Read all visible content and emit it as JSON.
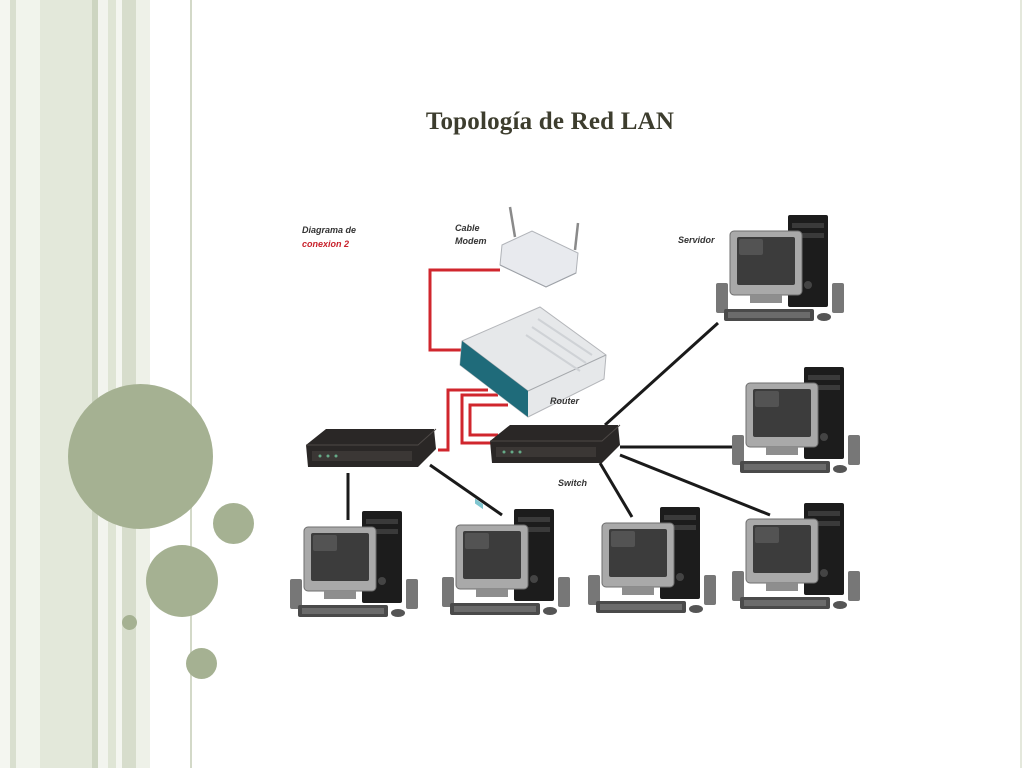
{
  "slide": {
    "title": "Topología de Red LAN"
  },
  "diagram": {
    "labels": {
      "connection_line1": "Diagrama de",
      "connection_line2": "conexion 2",
      "modem_line1": "Cable",
      "modem_line2": "Modem",
      "server": "Servidor",
      "router": "Router",
      "switch": "Switch"
    }
  },
  "colors": {
    "sidebar_green": "#a5b192",
    "sidebar_light": "#e8ece0",
    "cable_red": "#d0262d",
    "cable_black": "#1a1a1a",
    "router_blue": "#1f6b7a",
    "title_text": "#3d3d2e"
  }
}
